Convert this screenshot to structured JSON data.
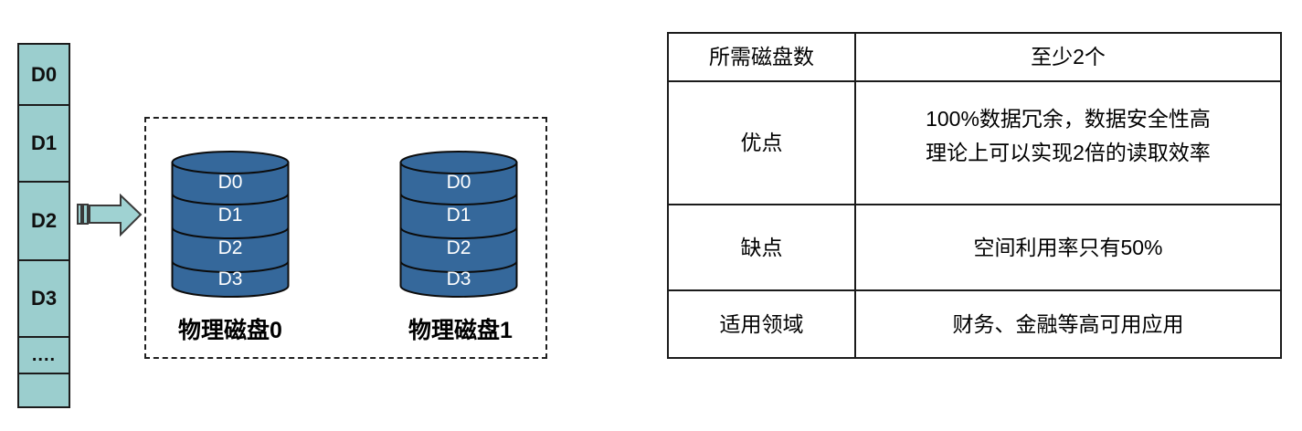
{
  "diagram": {
    "logical_column": {
      "blocks": [
        "D0",
        "D1",
        "D2",
        "D3",
        "....",
        ""
      ]
    },
    "arrow": {
      "type": "striped-right-arrow"
    },
    "disks": [
      {
        "caption": "物理磁盘0",
        "blocks": [
          "D0",
          "D1",
          "D2",
          "D3"
        ]
      },
      {
        "caption": "物理磁盘1",
        "blocks": [
          "D0",
          "D1",
          "D2",
          "D3"
        ]
      }
    ],
    "colors": {
      "block_fill": "#9BCECE",
      "disk_fill": "#35689B",
      "arrow_fill": "#9FD2D2",
      "outline": "#1c1c1c"
    }
  },
  "table": {
    "rows": [
      {
        "label": "所需磁盘数",
        "value": "至少2个"
      },
      {
        "label": "优点",
        "value_lines": [
          "100%数据冗余，数据安全性高",
          "理论上可以实现2倍的读取效率"
        ]
      },
      {
        "label": "缺点",
        "value": "空间利用率只有50%"
      },
      {
        "label": "适用领域",
        "value": "财务、金融等高可用应用"
      }
    ]
  }
}
